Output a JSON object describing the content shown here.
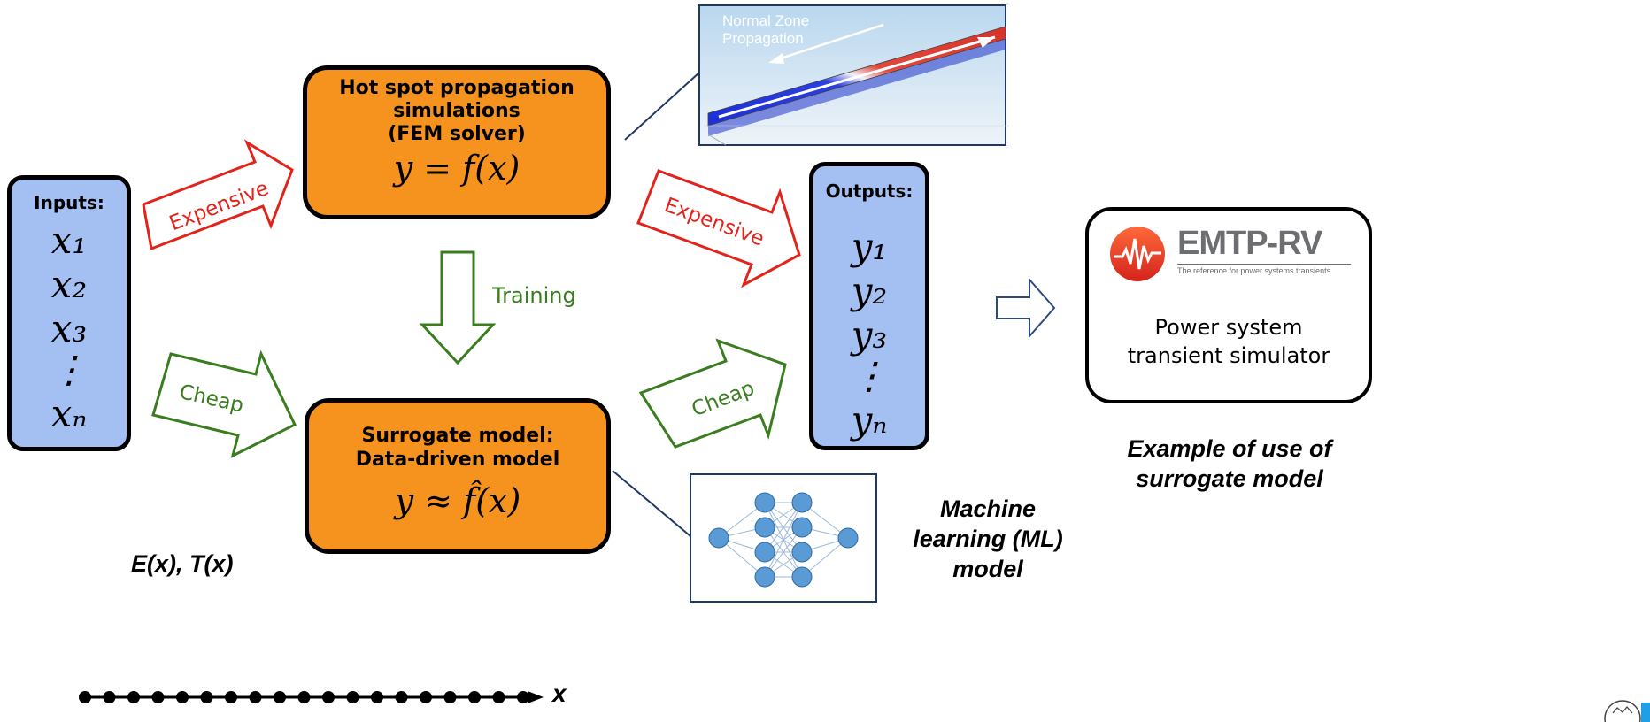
{
  "inputs": {
    "title": "Inputs:",
    "items": [
      "x₁",
      "x₂",
      "x₃",
      "⋮",
      "xₙ"
    ]
  },
  "outputs": {
    "title": "Outputs:",
    "items": [
      "y₁",
      "y₂",
      "y₃",
      "⋮",
      "yₙ"
    ]
  },
  "fem_box": {
    "title_line1": "Hot spot propagation",
    "title_line2": "simulations",
    "title_line3": "(FEM solver)",
    "equation": "y = f(x)"
  },
  "surrogate_box": {
    "title_line1": "Surrogate model:",
    "title_line2": "Data-driven model",
    "equation": "y ≈ f̂(x)"
  },
  "arrows": {
    "expensive_in": "Expensive",
    "expensive_out": "Expensive",
    "cheap_in": "Cheap",
    "cheap_out": "Cheap",
    "training": "Training"
  },
  "simulation_image": {
    "label_line1": "Normal Zone",
    "label_line2": "Propagation"
  },
  "emtp": {
    "logo_text": "EMTP-RV",
    "tagline": "The reference for power systems transients",
    "desc_line1": "Power system",
    "desc_line2": "transient simulator"
  },
  "captions": {
    "example_line1": "Example of use of",
    "example_line2": "surrogate model",
    "ml_line1": "Machine",
    "ml_line2": "learning (ML)",
    "ml_line3": "model",
    "field_label": "E(x), T(x)",
    "axis_label": "x"
  },
  "colors": {
    "input_box": "#a4bff1",
    "solver_box": "#f6931f",
    "expensive_arrow": "#e2231a",
    "cheap_arrow": "#3a7d1f",
    "emtp_red": "#e5301e",
    "emtp_gray": "#6d6e71",
    "nn_node": "#5b9bd5"
  },
  "icons": {
    "simulation": "fem-simulation-thumbnail",
    "neural_network": "neural-network-icon",
    "logo": "emtp-logo-icon",
    "emblem": "university-seal-icon"
  }
}
